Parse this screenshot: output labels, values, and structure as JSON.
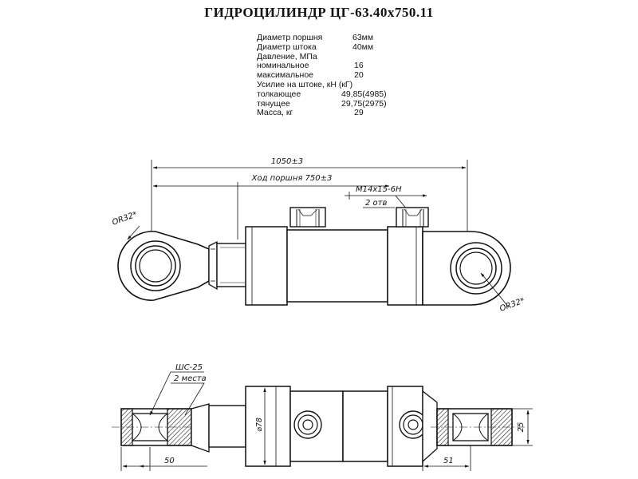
{
  "title": "ГИДРОЦИЛИНДР  ЦГ-63.40х750.11",
  "specs": [
    {
      "label": "Диаметр поршня",
      "value": "63мм"
    },
    {
      "label": "Диаметр штока",
      "value": "40мм"
    },
    {
      "label": "Давление, МПа",
      "value": ""
    },
    {
      "label": "номинальное",
      "value": "16"
    },
    {
      "label": "максимальное",
      "value": "20"
    },
    {
      "label": "Усилие на штоке, кН (кГ)",
      "value": ""
    },
    {
      "label": "толкающее",
      "value": "49,85(4985)"
    },
    {
      "label": "тянущее",
      "value": "29,75(2975)"
    },
    {
      "label": "Масса, кг",
      "value": "29"
    }
  ],
  "dims": {
    "overall": "1050±3",
    "stroke": "Ход поршня 750±3",
    "thread": "М14х15-6Н",
    "thread_qty": "2 отв",
    "radius_left": "OR32*",
    "radius_right": "OR32*",
    "bearing": "ШС-25",
    "bearing_qty": "2 места",
    "diameter": "⌀78",
    "left_len": "50",
    "right_len": "51",
    "width": "25"
  }
}
